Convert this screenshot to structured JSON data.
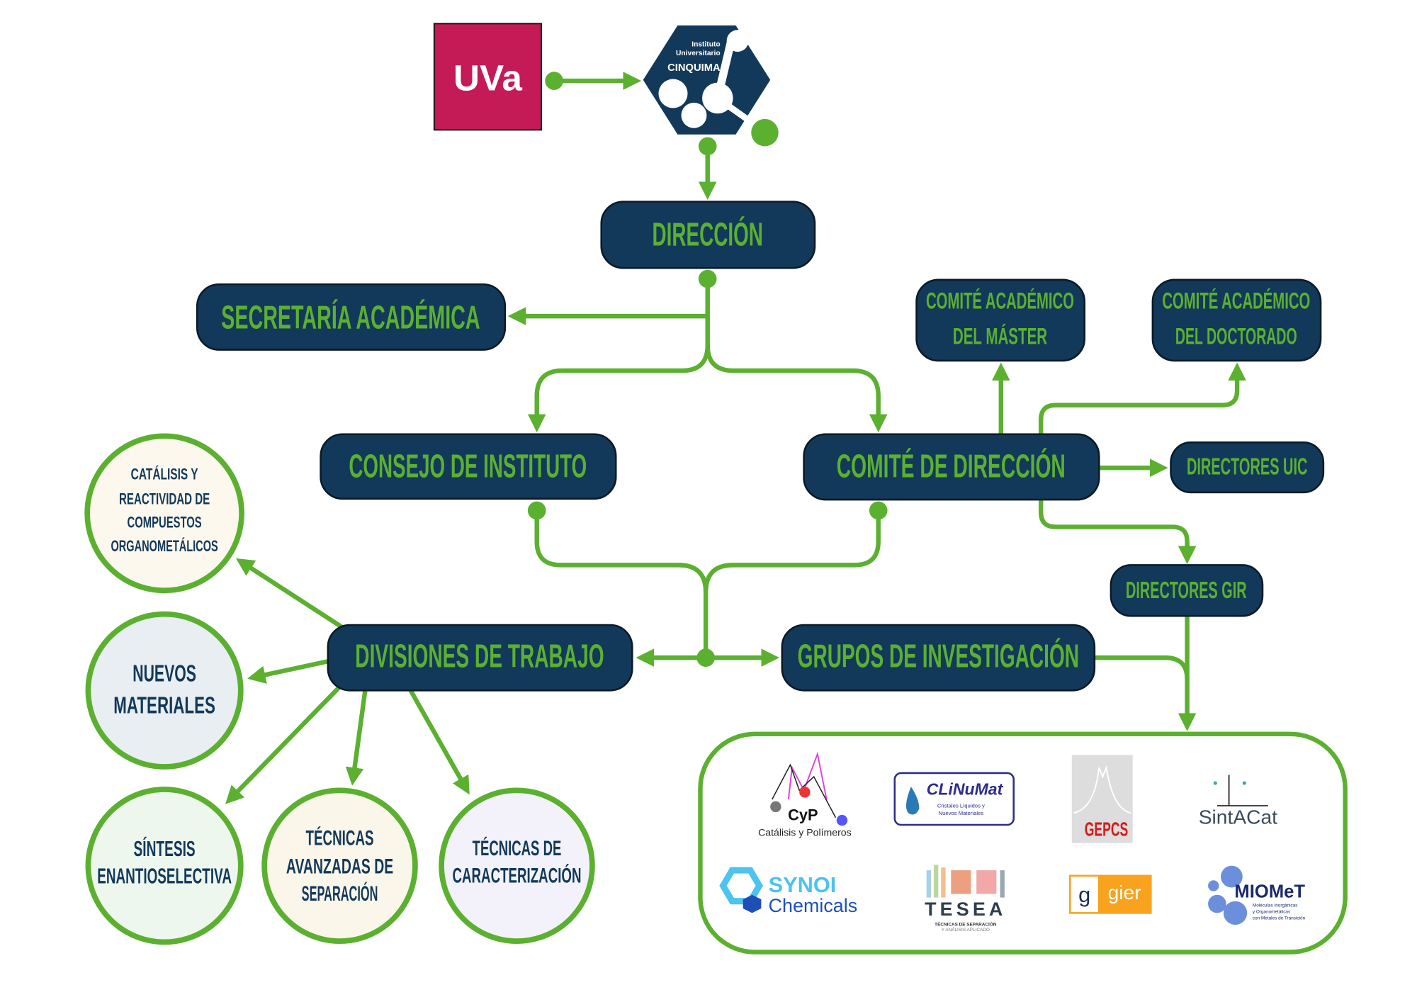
{
  "colors": {
    "navy": "#12395a",
    "green": "#5bb030",
    "uva": "#c41a55"
  },
  "logos": {
    "uva": "UVa",
    "cinquima_line1": "Instituto",
    "cinquima_line2": "Universitario",
    "cinquima_line3": "CINQUIMA"
  },
  "nodes": {
    "direccion": "DIRECCIÓN",
    "secretaria": "SECRETARÍA ACADÉMICA",
    "consejo": "CONSEJO DE INSTITUTO",
    "comite_direccion": "COMITÉ DE DIRECCIÓN",
    "comite_master": [
      "COMITÉ ACADÉMICO",
      "DEL MÁSTER"
    ],
    "comite_doctorado": [
      "COMITÉ ACADÉMICO",
      "DEL DOCTORADO"
    ],
    "directores_uic": "DIRECTORES UIC",
    "directores_gir": "DIRECTORES GIR",
    "divisiones": "DIVISIONES DE TRABAJO",
    "grupos": "GRUPOS DE INVESTIGACIÓN"
  },
  "divisions": [
    {
      "lines": [
        "CATÁLISIS Y",
        "REACTIVIDAD DE",
        "COMPUESTOS",
        "ORGANOMETÁLICOS"
      ]
    },
    {
      "lines": [
        "NUEVOS",
        "MATERIALES"
      ]
    },
    {
      "lines": [
        "SÍNTESIS",
        "ENANTIOSELECTIVA"
      ]
    },
    {
      "lines": [
        "TÉCNICAS",
        "AVANZADAS DE",
        "SEPARACIÓN"
      ]
    },
    {
      "lines": [
        "TÉCNICAS DE",
        "CARACTERIZACIÓN"
      ]
    }
  ],
  "groups": {
    "cyp": {
      "name": "CyP",
      "sub": "Catálisis y Polímeros"
    },
    "clinumat": {
      "name": "CLiNuMat",
      "sub1": "Cristales Líquidos y",
      "sub2": "Nuevos Materiales"
    },
    "gepcs": {
      "name": "GEPCS"
    },
    "sintacat": {
      "name": "SintACat"
    },
    "synoi": {
      "name1": "SYNOI",
      "name2": "Chemicals"
    },
    "tesea": {
      "name": "TESEA",
      "sub1": "TÉCNICAS DE SEPARACIÓN",
      "sub2": "Y ANÁLISIS APLICADO"
    },
    "gier": {
      "letter": "g",
      "name": "gier"
    },
    "miomet": {
      "name": "MIOMeT",
      "sub1": "Moléculas Inorgánicas",
      "sub2": "y Organometálicas",
      "sub3": "con Metales de Transición"
    }
  }
}
